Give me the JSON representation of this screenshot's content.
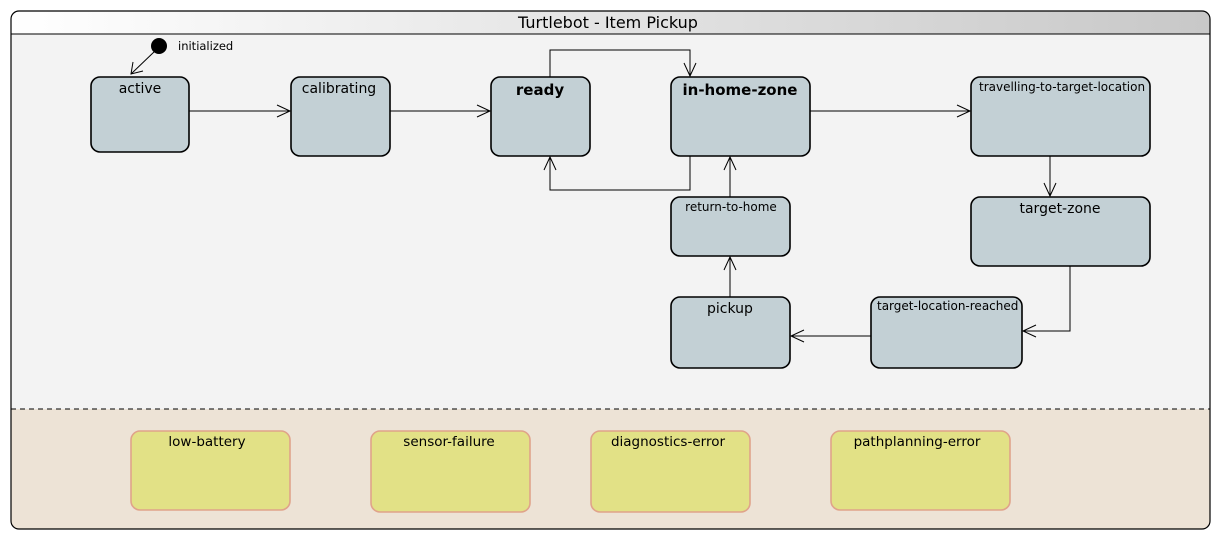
{
  "diagram": {
    "title": "Turtlebot - Item Pickup",
    "initial_label": "initialized",
    "colors": {
      "frame_border": "#000000",
      "title_gradient_start": "#ffffff",
      "title_gradient_end": "#c8c8c8",
      "main_region_bg": "#f3f3f3",
      "error_region_bg": "#ede3d6",
      "state_fill": "#c3d0d5",
      "state_border": "#000000",
      "error_state_fill": "#e2e186",
      "error_state_border": "#e0a38a"
    },
    "states": {
      "active": "active",
      "calibrating": "calibrating",
      "ready": "ready",
      "in_home_zone": "in-home-zone",
      "travelling": "travelling-to-target-location",
      "target_zone": "target-zone",
      "target_location_reached": "target-location-reached",
      "pickup": "pickup",
      "return_to_home": "return-to-home"
    },
    "error_states": {
      "low_battery": "low-battery",
      "sensor_failure": "sensor-failure",
      "diagnostics_error": "diagnostics-error",
      "pathplanning_error": "pathplanning-error"
    }
  }
}
